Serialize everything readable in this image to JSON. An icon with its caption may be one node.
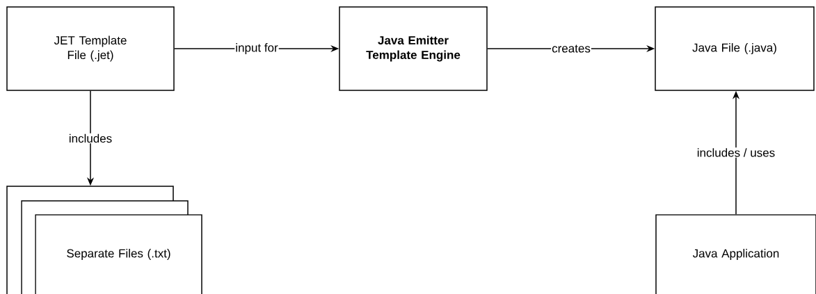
{
  "diagram": {
    "nodes": [
      {
        "text": [
          "JET Template File (.jet)"
        ]
      },
      {
        "text": [
          "**Java Emitter Template Engine**"
        ]
      },
      {
        "text": [
          "Java File (.java)"
        ]
      },
      {
        "text": [
          "Separate Files (.txt)"
        ]
      },
      {
        "text": [
          "Java Application"
        ]
      }
    ],
    "edges": [
      {
        "from": 0,
        "to": 1,
        "arrow": "to",
        "label": "input for"
      },
      {
        "from": 1,
        "to": 2,
        "arrow": "to",
        "label": "creates"
      },
      {
        "from": 0,
        "to": 3,
        "arrow": "to",
        "label": "includes"
      },
      {
        "from": 4,
        "to": 2,
        "arrow": "to",
        "label": "includes / uses"
      }
    ]
  }
}
